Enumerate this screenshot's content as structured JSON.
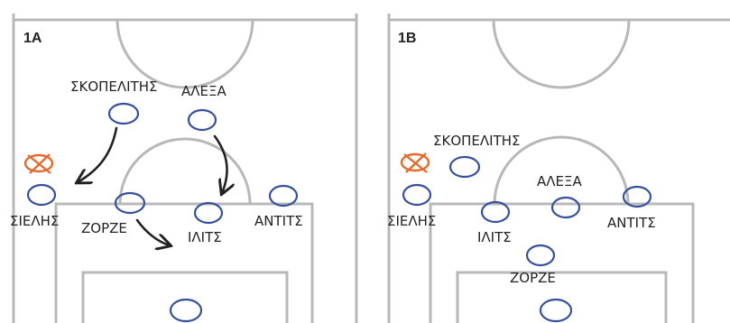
{
  "colors": {
    "pitch_lines": "#b8b8b8",
    "player_marker": "#36509c",
    "removed_marker": "#e36a2a",
    "arrow": "#222222"
  },
  "panel_a": {
    "title": "1A",
    "players": {
      "skopelitis": "ΣΚΟΠΕΛΙΤΗΣ",
      "alexa": "ΑΛΕΞΑ",
      "sielis": "ΣΙΕΛΗΣ",
      "zorze": "ΖΟΡΖΕ",
      "ilits": "ΙΛΙΤΣ",
      "antits": "ΑΝΤΙΤΣ"
    },
    "removed_marker_icon": "crossed-circle-icon",
    "arrow_icon": "curved-arrow-icon"
  },
  "panel_b": {
    "title": "1B",
    "players": {
      "skopelitis": "ΣΚΟΠΕΛΙΤΗΣ",
      "alexa": "ΑΛΕΞΑ",
      "sielis": "ΣΙΕΛΗΣ",
      "ilits": "ΙΛΙΤΣ",
      "antits": "ΑΝΤΙΤΣ",
      "zorze": "ΖΟΡΖΕ"
    },
    "removed_marker_icon": "crossed-circle-icon"
  }
}
